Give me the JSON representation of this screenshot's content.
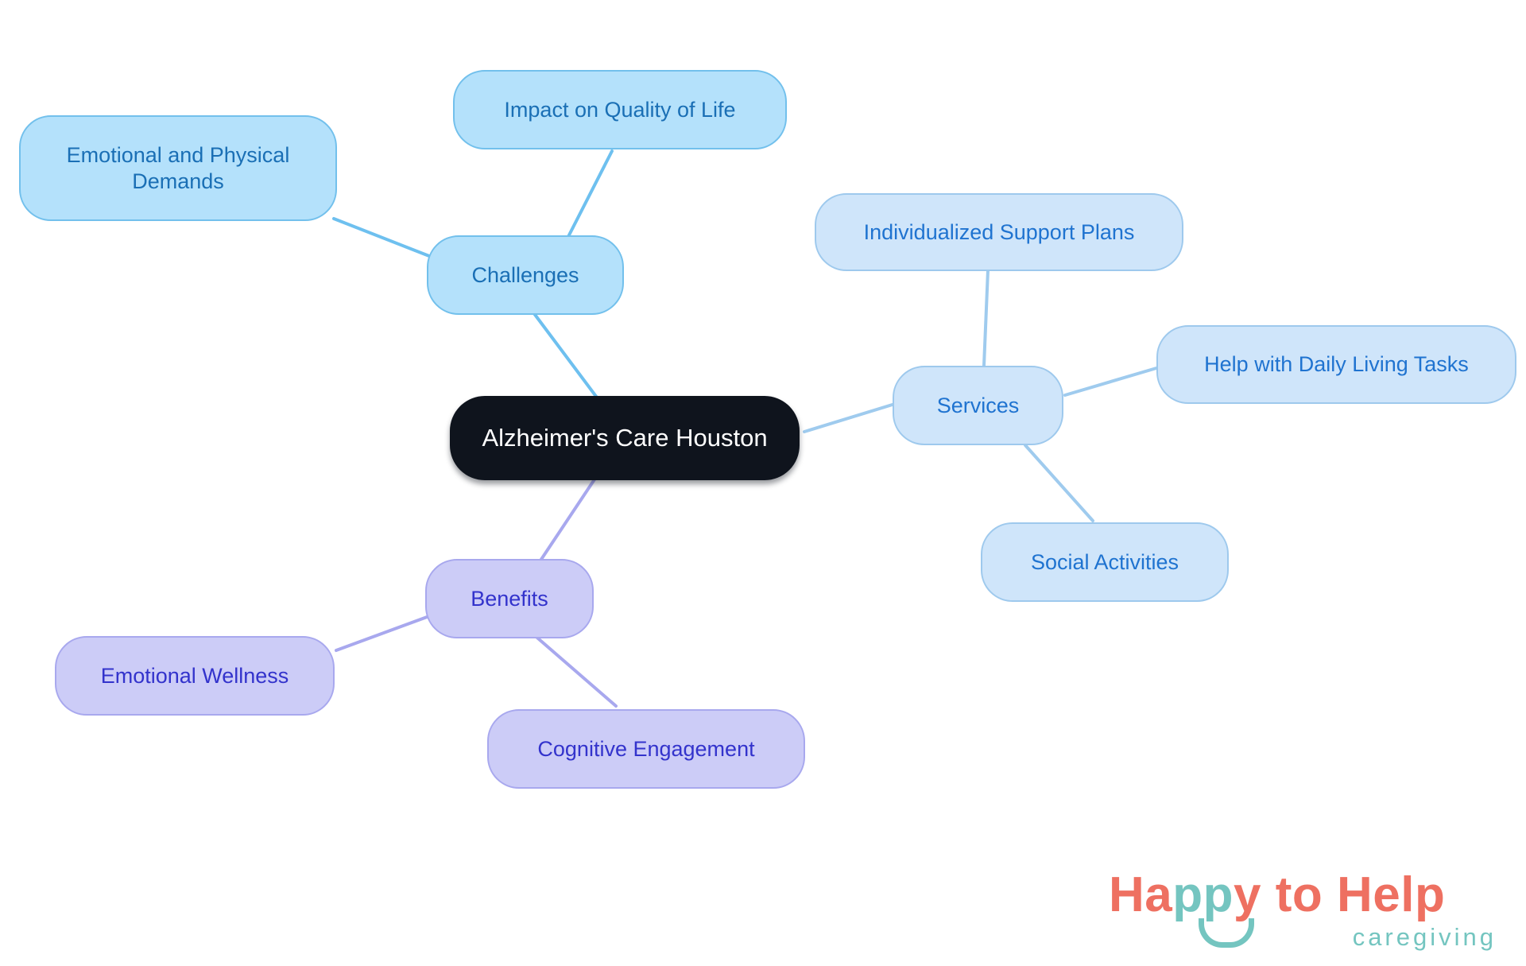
{
  "diagram": {
    "type": "mind-map",
    "background_color": "#ffffff",
    "root": {
      "label": "Alzheimer's Care Houston",
      "fill": "#0f141d",
      "text_color": "#ffffff"
    },
    "branches": [
      {
        "label": "Challenges",
        "fill": "#b4e1fb",
        "border": "#72c0ec",
        "text_color": "#1a6fb5",
        "edge_color": "#6ec0ef",
        "children": [
          {
            "label": "Impact on Quality of Life"
          },
          {
            "label": "Emotional and Physical\nDemands"
          }
        ]
      },
      {
        "label": "Services",
        "fill": "#cfe5fa",
        "border": "#9ec9ed",
        "text_color": "#1f73d0",
        "edge_color": "#9fcbee",
        "children": [
          {
            "label": "Individualized Support Plans"
          },
          {
            "label": "Help with Daily Living Tasks"
          },
          {
            "label": "Social Activities"
          }
        ]
      },
      {
        "label": "Benefits",
        "fill": "#ccccf7",
        "border": "#a8a8ee",
        "text_color": "#3333cc",
        "edge_color": "#a8a8ee",
        "children": [
          {
            "label": "Emotional Wellness"
          },
          {
            "label": "Cognitive Engagement"
          }
        ]
      }
    ]
  },
  "logo": {
    "word_happy_to": "Ha",
    "word_pp": "pp",
    "word_y_to_help": "y to Help",
    "tagline": "caregiving",
    "coral": "#ee7061",
    "teal": "#74c5c0"
  }
}
